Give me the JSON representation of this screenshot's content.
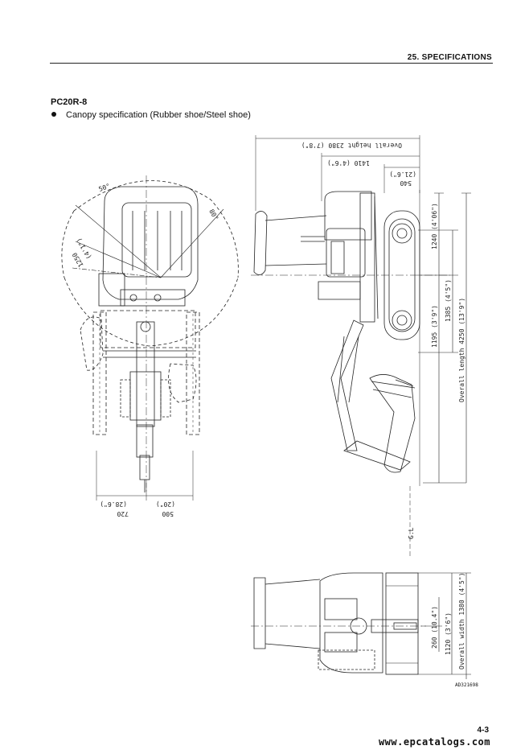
{
  "header": {
    "section_title": "25. SPECIFICATIONS"
  },
  "document": {
    "model": "PC20R-8",
    "bullet_text": "Canopy specification (Rubber shoe/Steel shoe)"
  },
  "drawing": {
    "overall_height": "Overall height 2380 (7'8\")",
    "dim_1410": "1410 (4'6\")",
    "dim_540": "540",
    "dim_540_ft": "(21.6\")",
    "angle_50": "50°",
    "angle_80": "80°",
    "dim_1250": "1250",
    "dim_1250_ft": "(4'1\")",
    "dim_1240": "1240 (4'06\")",
    "dim_1385": "1385 (4'5\")",
    "dim_1195": "1195 (3'9\")",
    "overall_length": "Overall length 4250 (13'9\")",
    "dim_720": "720",
    "dim_720_ft": "(28.6\")",
    "dim_500": "500",
    "dim_500_ft": "(20\")",
    "ground_line": "G.L",
    "dim_260": "260 (10.4\")",
    "dim_1120": "1120 (3'6\")",
    "overall_width": "Overall width 1380 (4'5\")",
    "figure_code": "AD321698"
  },
  "footer": {
    "page_number": "4-3",
    "website": "www.epcatalogs.com"
  }
}
